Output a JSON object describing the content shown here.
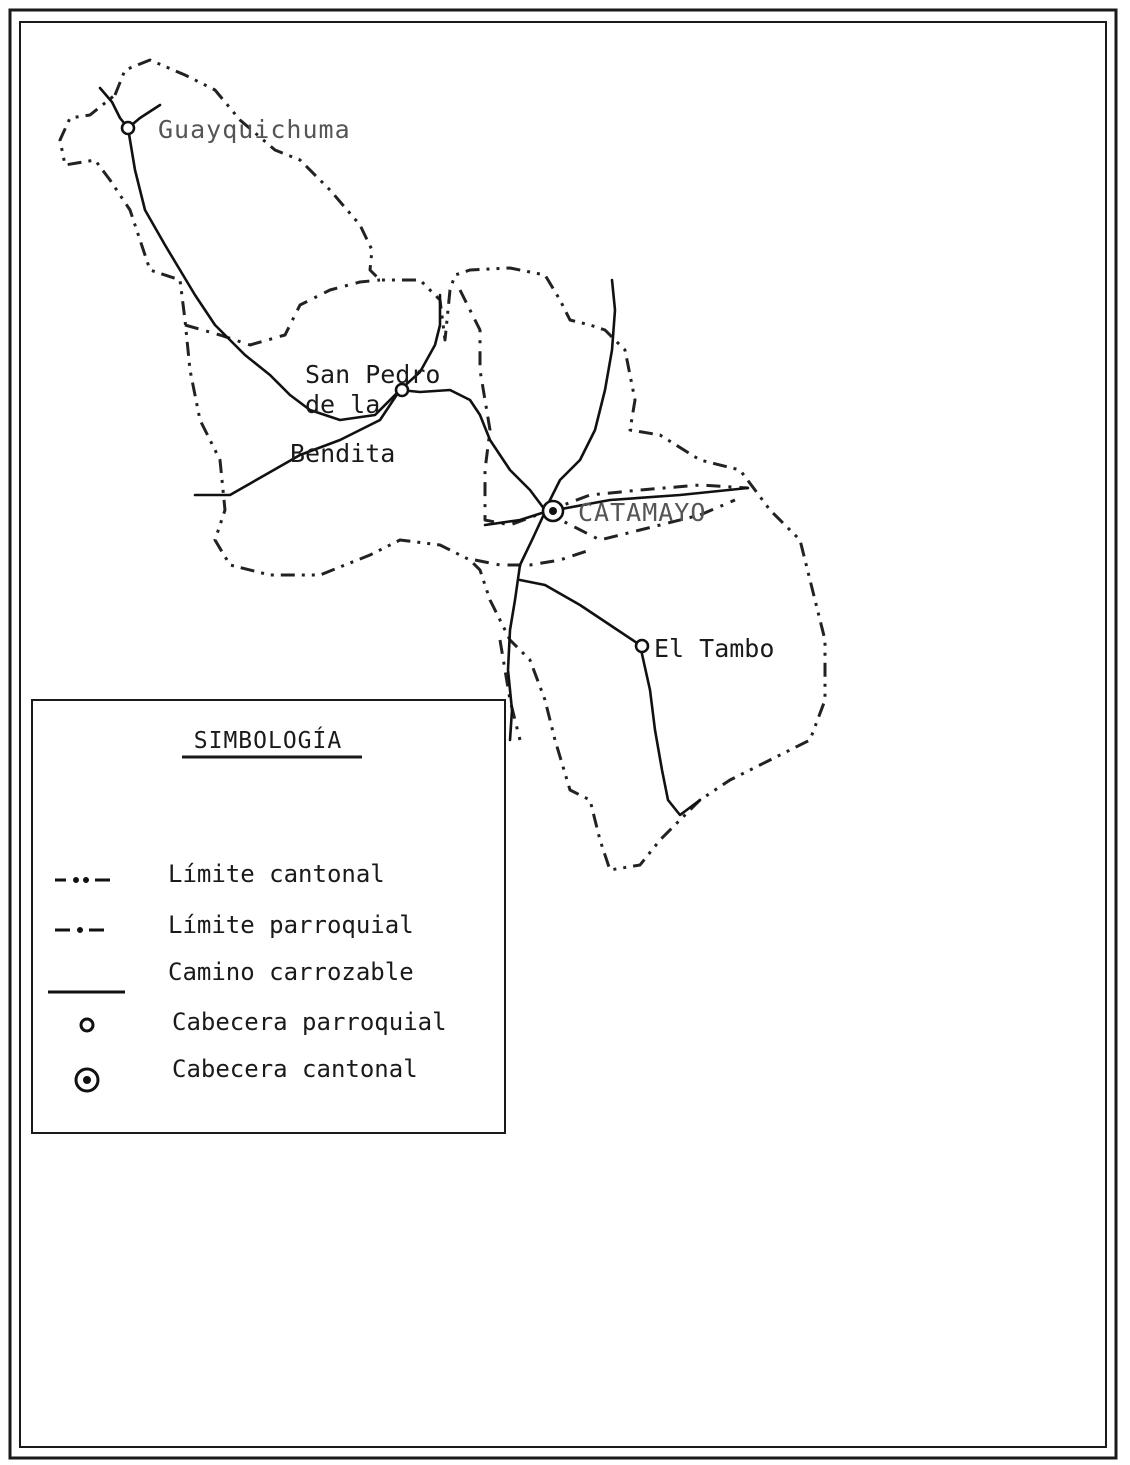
{
  "map": {
    "places": {
      "guayquichuma": "Guayquichuma",
      "san_pedro_l1": "San Pedro",
      "san_pedro_l2": "de la",
      "san_pedro_l3": "Bendita",
      "catamayo": "CATAMAYO",
      "el_tambo": "El Tambo"
    }
  },
  "legend": {
    "title": "SIMBOLOGÍA",
    "items": [
      {
        "label": "Límite cantonal",
        "symbol": "dash-dot-dot"
      },
      {
        "label": "Límite parroquial",
        "symbol": "dash-dot"
      },
      {
        "label": "Camino carrozable",
        "symbol": "solid-line"
      },
      {
        "label": "Cabecera parroquial",
        "symbol": "small-circle"
      },
      {
        "label": "Cabecera cantonal",
        "symbol": "double-circle"
      }
    ]
  }
}
